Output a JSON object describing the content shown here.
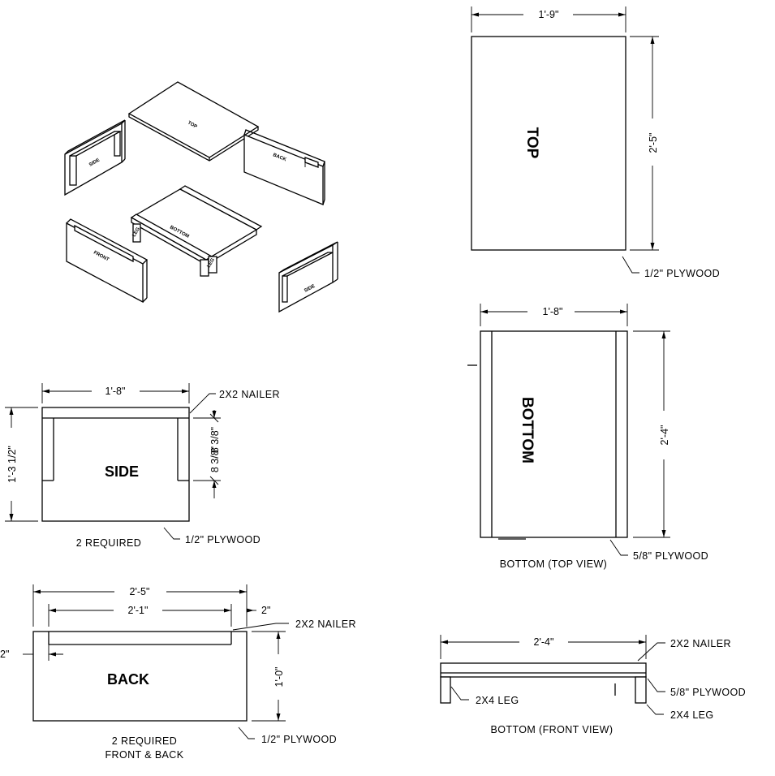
{
  "iso": {
    "top": "TOP",
    "back": "BACK",
    "side_left": "SIDE",
    "side_right": "SIDE",
    "bottom": "BOTTOM",
    "front": "FRONT",
    "leg_left": "LEG",
    "leg_right": "LEG"
  },
  "top_view": {
    "label": "TOP",
    "width_dim": "1'-9\"",
    "height_dim": "2'-5\"",
    "material": "1/2\" PLYWOOD"
  },
  "bottom_top_view": {
    "label": "BOTTOM",
    "width_dim": "1'-8\"",
    "height_dim": "2'-4\"",
    "material": "5/8\" PLYWOOD",
    "caption": "BOTTOM (TOP VIEW)"
  },
  "side_view": {
    "label": "SIDE",
    "width_dim": "1'-8\"",
    "height_dim": "1'-3 1/2\"",
    "upper_dim": "8 3/8\"",
    "lower_dim": "8 3/8\"",
    "nailer": "2X2 NAILER",
    "material": "1/2\" PLYWOOD",
    "quantity": "2 REQUIRED"
  },
  "back_view": {
    "label": "BACK",
    "overall_dim": "2'-5\"",
    "inner_dim": "2'-1\"",
    "right_offset": "2\"",
    "left_offset": "2\"",
    "height_dim": "1'-0\"",
    "nailer": "2X2 NAILER",
    "material": "1/2\" PLYWOOD",
    "quantity": "2 REQUIRED",
    "applies_to": "FRONT & BACK"
  },
  "bottom_front_view": {
    "length_dim": "2'-4\"",
    "nailer": "2X2 NAILER",
    "material": "5/8\" PLYWOOD",
    "leg_left": "2X4 LEG",
    "leg_right": "2X4 LEG",
    "caption": "BOTTOM (FRONT VIEW)"
  }
}
